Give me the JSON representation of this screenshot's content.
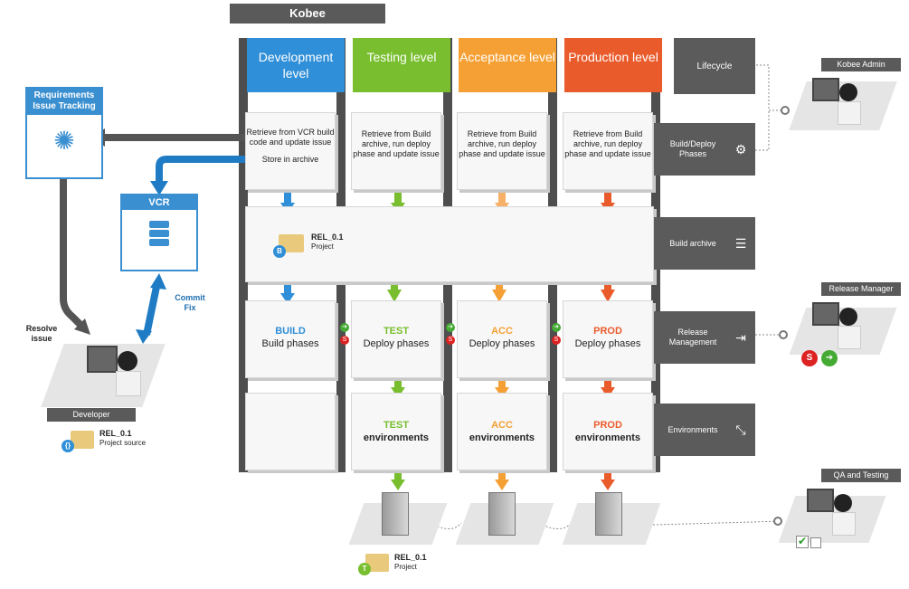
{
  "kobee": {
    "title": "Kobee"
  },
  "levels": [
    {
      "label": "Development level",
      "color": "#2f8fd8"
    },
    {
      "label": "Testing level",
      "color": "#78be2e"
    },
    {
      "label": "Acceptance level",
      "color": "#f5a034"
    },
    {
      "label": "Production level",
      "color": "#ea5b2c"
    }
  ],
  "lifecycle_label": "Lifecycle",
  "build_deploy": {
    "dev": {
      "line1": "Retrieve from VCR build code and update issue",
      "line2": "Store in archive"
    },
    "test": "Retrieve from Build archive, run deploy phase and update issue",
    "acc": "Retrieve from Build archive, run deploy phase and update issue",
    "prod": "Retrieve from Build archive, run deploy phase and update issue"
  },
  "archive": {
    "name": "REL_0.1",
    "sub": "Project",
    "badge": "B"
  },
  "phases": [
    {
      "title": "BUILD",
      "sub": "Build phases",
      "color": "#2f8fd8"
    },
    {
      "title": "TEST",
      "sub": "Deploy phases",
      "color": "#78be2e"
    },
    {
      "title": "ACC",
      "sub": "Deploy phases",
      "color": "#f5a034"
    },
    {
      "title": "PROD",
      "sub": "Deploy phases",
      "color": "#ea5b2c"
    }
  ],
  "environments": [
    {
      "title": "TEST",
      "sub": "environments",
      "color": "#78be2e"
    },
    {
      "title": "ACC",
      "sub": "environments",
      "color": "#f5a034"
    },
    {
      "title": "PROD",
      "sub": "environments",
      "color": "#ea5b2c"
    }
  ],
  "side_labels": {
    "build_deploy": "Build/Deploy Phases",
    "build_archive": "Build archive",
    "release": "Release Management",
    "environments": "Environments"
  },
  "requirements": {
    "title": "Requirements Issue Tracking"
  },
  "vcr": {
    "title": "VCR",
    "commit": "Commit Fix"
  },
  "resolve_issue": "Resolve issue",
  "developer": {
    "label": "Developer",
    "project_name": "REL_0.1",
    "project_sub": "Project source",
    "badge": "{}"
  },
  "test_project": {
    "name": "REL_0.1",
    "sub": "Project",
    "badge": "T"
  },
  "roles": {
    "admin": "Kobee Admin",
    "release_manager": "Release Manager",
    "qa": "QA and Testing"
  },
  "icons": {
    "bug": "bug-icon",
    "vcr": "database-icon",
    "gear": "gears-icon",
    "archive": "stack-icon",
    "release": "arrows-icon",
    "env": "expand-icon"
  }
}
